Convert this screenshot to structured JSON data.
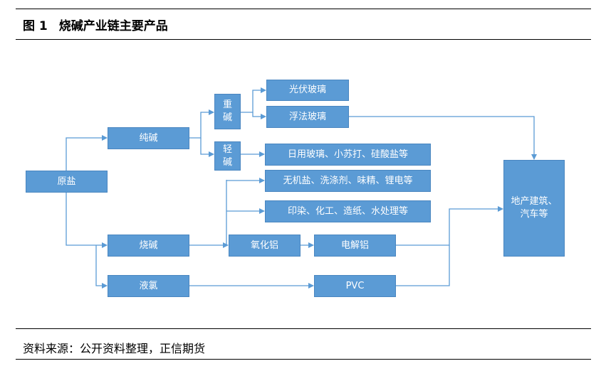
{
  "figure": {
    "number": "图 1",
    "title": "烧碱产业链主要产品"
  },
  "source": "资料来源：公开资料整理，正信期货",
  "colors": {
    "box_fill": "#5B9BD5",
    "connector": "#5B9BD5",
    "text": "#FFFFFF"
  },
  "nodes": {
    "yuanyan": "原盐",
    "chunjian": "纯碱",
    "shaojian": "烧碱",
    "yelv": "液氯",
    "zhongjian_1": "重",
    "zhongjian_2": "碱",
    "qingjian_1": "轻",
    "qingjian_2": "碱",
    "guangfu": "光伏玻璃",
    "fufa": "浮法玻璃",
    "riyong": "日用玻璃、小苏打、硅酸盐等",
    "wuji": "无机盐、洗涤剂、味精、锂电等",
    "yinran": "印染、化工、造纸、水处理等",
    "yanghualv": "氧化铝",
    "dianjielv": "电解铝",
    "pvc": "PVC",
    "dichan_1": "地产建筑、",
    "dichan_2": "汽车等"
  }
}
